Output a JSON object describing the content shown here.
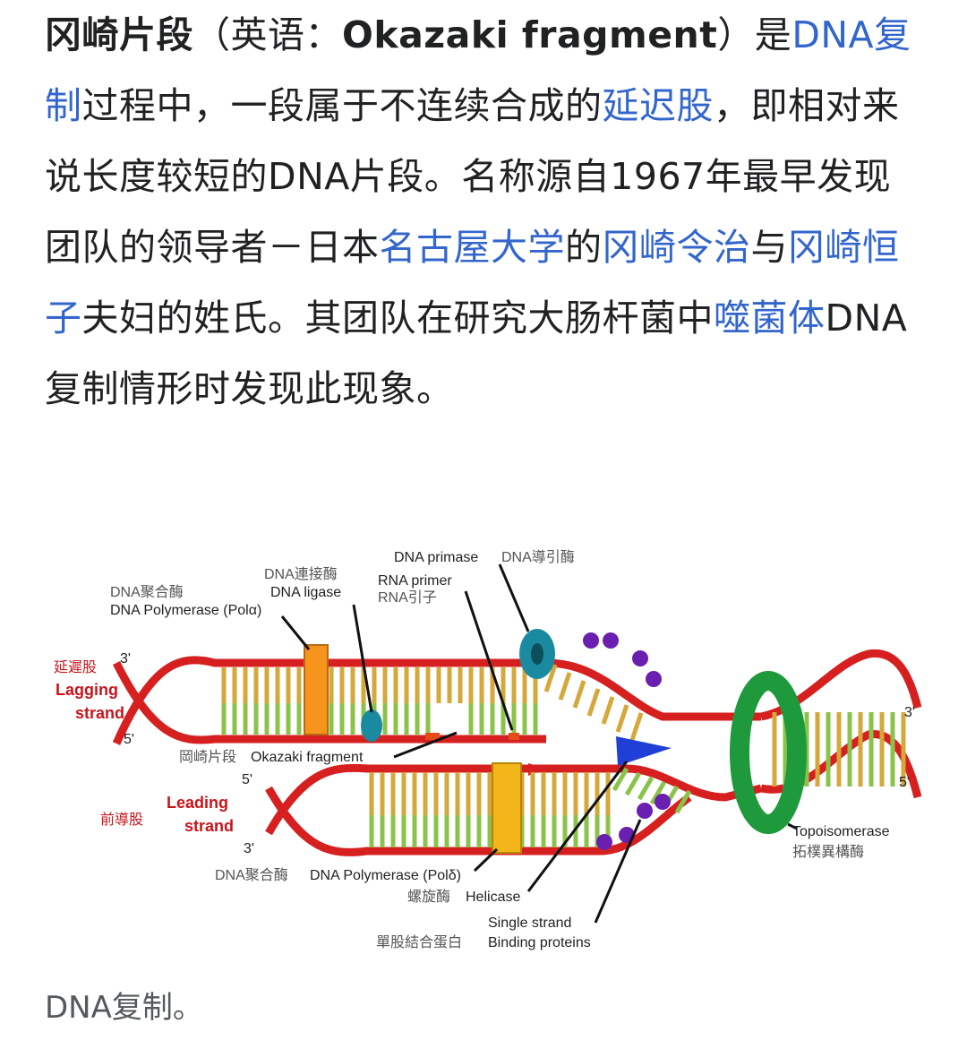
{
  "article": {
    "title_term": "冈崎片段",
    "en_prefix": "（英语：",
    "en_term": "Okazaki fragment",
    "en_suffix": "）是",
    "link_dna_replication": "DNA复制",
    "t1": "过程中，一段属于不连续合成的",
    "link_lagging_strand": "延迟股",
    "t2": "，即相对来说长度较短的DNA片段。名称源自1967年最早发现团队的领导者－日本",
    "link_nagoya_univ": "名古屋大学",
    "t3": "的",
    "link_reiji": "冈崎令治",
    "t4": "与",
    "link_tsuneko": "冈崎恒子",
    "t5": "夫妇的姓氏。其团队在研究大肠杆菌中",
    "link_phage": "噬菌体",
    "t6": "DNA复制情形时发现此现象。"
  },
  "figure": {
    "labels": {
      "dna_primase_en": "DNA primase",
      "dna_primase_zh": "DNA導引酶",
      "dna_ligase_zh": "DNA連接酶",
      "dna_ligase_en": "DNA ligase",
      "rna_primer_en": "RNA primer",
      "rna_primer_zh": "RNA引子",
      "pol_alpha_zh": "DNA聚合酶",
      "pol_alpha_en": "DNA Polymerase (Polα)",
      "lagging_zh": "延遲股",
      "lagging_en_1": "Lagging",
      "lagging_en_2": "strand",
      "okazaki_zh": "岡崎片段",
      "okazaki_en": "Okazaki fragment",
      "leading_zh": "前導股",
      "leading_en_1": "Leading",
      "leading_en_2": "strand",
      "pol_delta_zh": "DNA聚合酶",
      "pol_delta_en": "DNA Polymerase (Polδ)",
      "helicase_zh": "螺旋酶",
      "helicase_en": "Helicase",
      "ssb_zh": "單股結合蛋白",
      "ssb_en_1": "Single strand",
      "ssb_en_2": "Binding proteins",
      "topo_en": "Topoisomerase",
      "topo_zh": "拓樸異構酶",
      "end_3_a": "3'",
      "end_5_a": "5'",
      "end_5_b": "5'",
      "end_3_b": "3'",
      "end_3_right": "3'",
      "end_5_right": "5'"
    },
    "colors": {
      "strand_red": "#d62020",
      "base_yellow": "#d4a83a",
      "base_green": "#8bc34a",
      "polymerase_orange": "#f7941d",
      "primase_teal": "#1a8aa0",
      "helicase_blue": "#1f3fd6",
      "ssb_purple": "#6a1fb0",
      "topo_green": "#1e9a3c",
      "lagging_label_red": "#c9141b"
    }
  },
  "caption": "DNA复制。"
}
